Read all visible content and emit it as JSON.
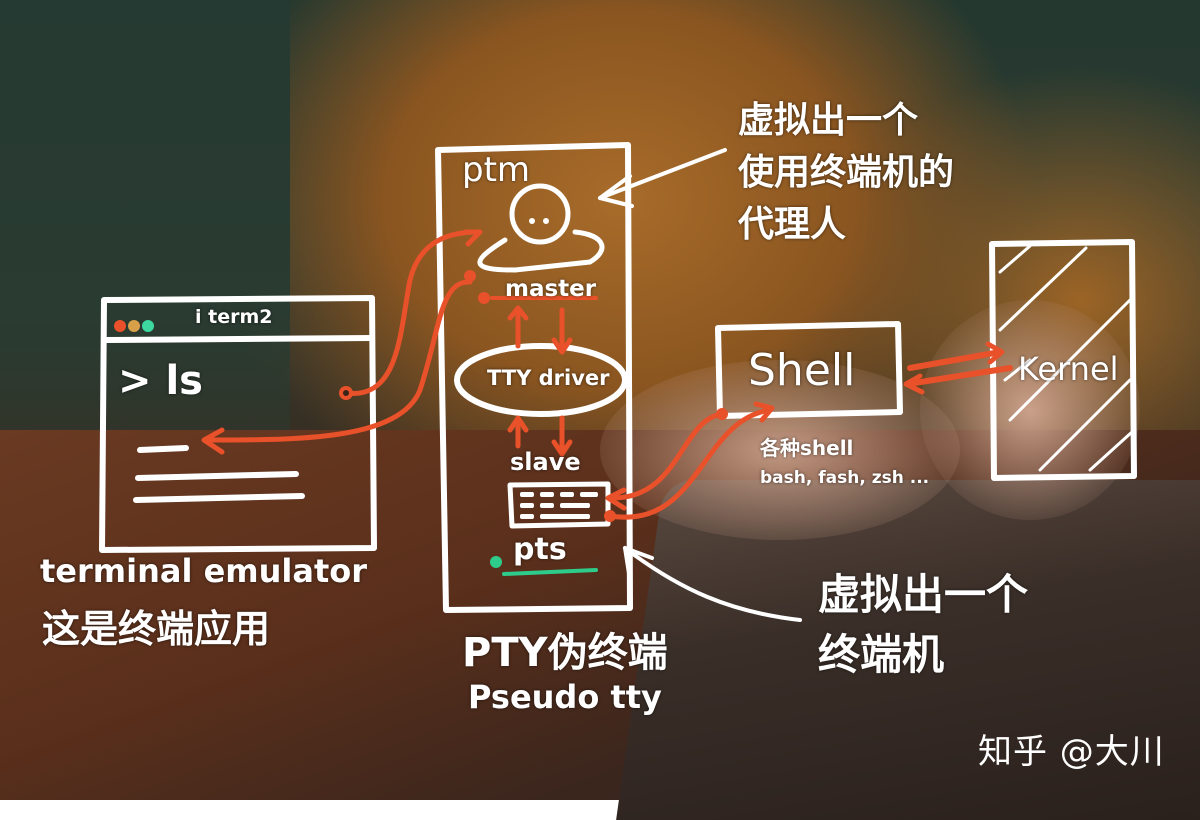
{
  "colors": {
    "stroke": "#ffffff",
    "arrow": "#e8512a",
    "pts_dot": "#2ecc8a",
    "iterm_dots": [
      "#e8512a",
      "#d9a04a",
      "#3ed9a0"
    ],
    "background_wall": "#26392f",
    "sweater": "#9a6226",
    "desk": "#5e321d"
  },
  "terminal_emulator": {
    "window_title": "i term2",
    "prompt": "> ls",
    "label_en": "terminal emulator",
    "label_cn": "这是终端应用"
  },
  "pty": {
    "ptm_label": "ptm",
    "master_label": "master",
    "driver_label": "TTY driver",
    "slave_label": "slave",
    "pts_label": "pts",
    "label_cn": "PTY伪终端",
    "label_en": "Pseudo tty"
  },
  "shell": {
    "label": "Shell",
    "note_cn": "各种shell",
    "note_list": "bash, fash, zsh ..."
  },
  "kernel": {
    "label": "Kernel"
  },
  "annotations": {
    "ptm_note": "虚拟出一个\n使用终端机的\n代理人",
    "pts_note": "虚拟出一个\n终端机"
  },
  "watermark": "知乎 @大川"
}
